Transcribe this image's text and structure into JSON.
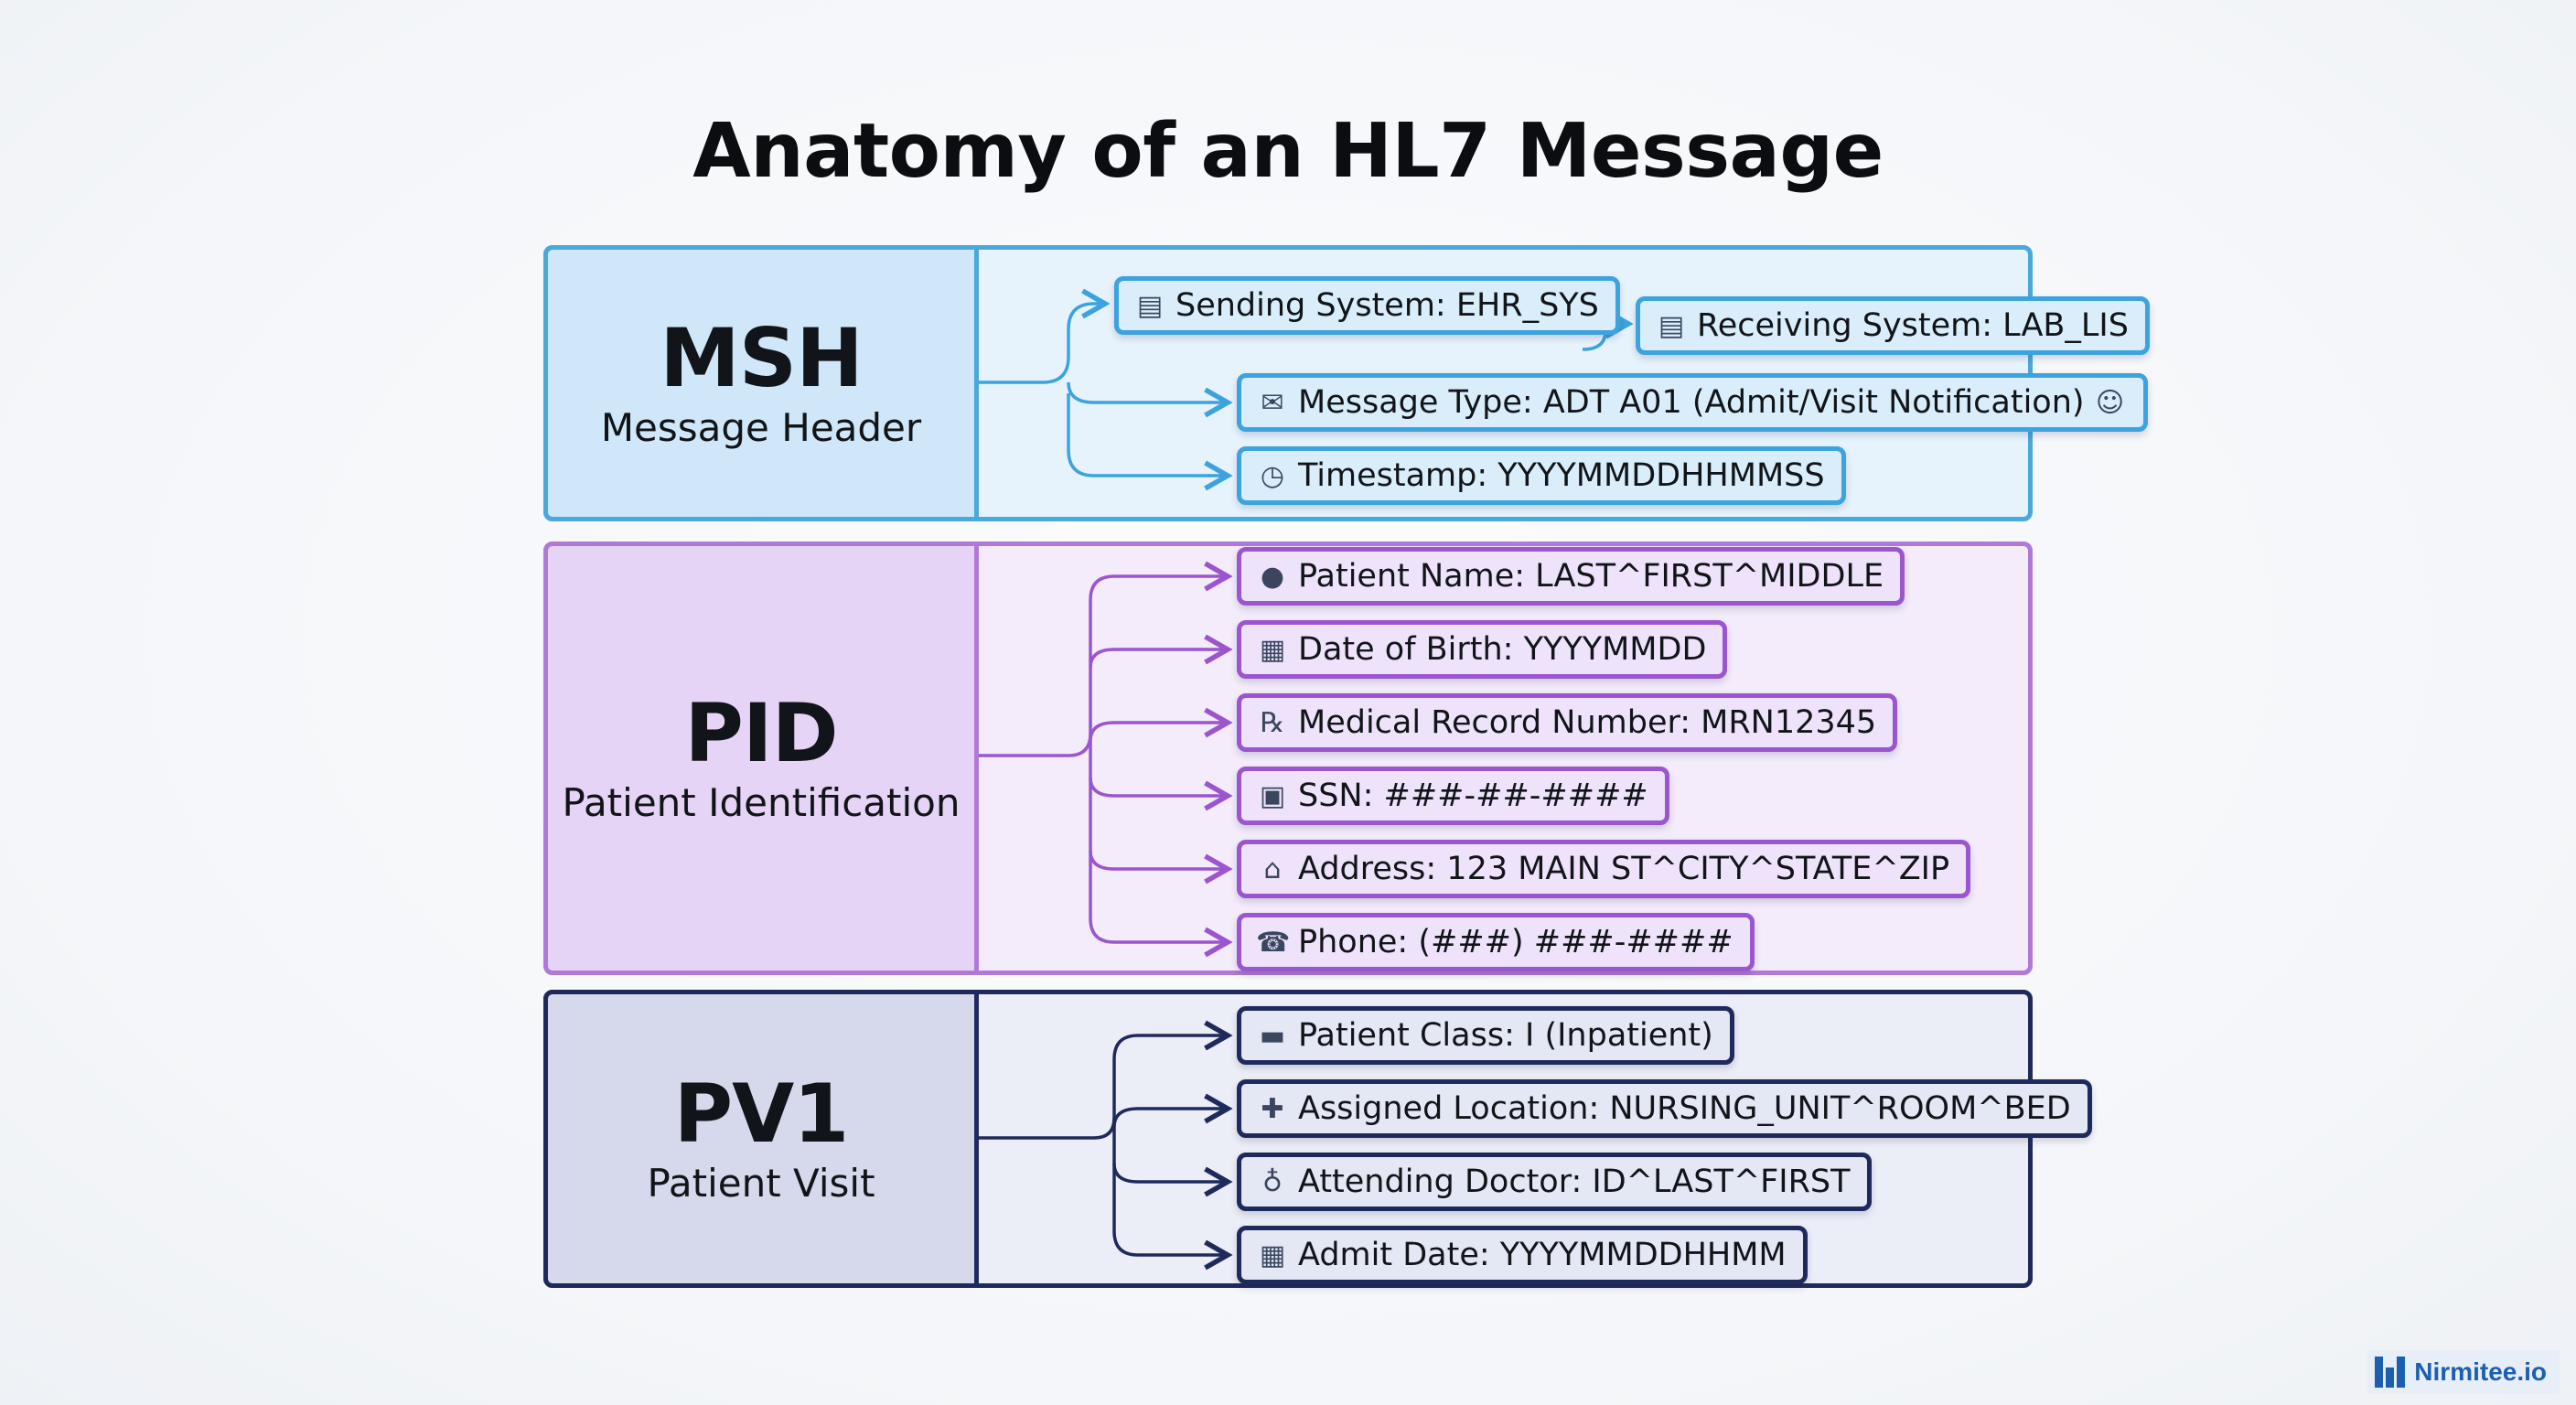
{
  "title": "Anatomy of an HL7 Message",
  "segments": {
    "msh": {
      "code": "MSH",
      "name": "Message Header",
      "color": "#4aa8dd",
      "fields": [
        {
          "icon": "server-icon",
          "glyph": "▤",
          "text": "Sending System: EHR_SYS"
        },
        {
          "icon": "server-icon",
          "glyph": "▤",
          "text": "Receiving System: LAB_LIS"
        },
        {
          "icon": "envelope-icon",
          "glyph": "✉",
          "text": "Message Type: ADT A01 (Admit/Visit Notification)"
        },
        {
          "icon": "clock-icon",
          "glyph": "◷",
          "text": "Timestamp: YYYYMMDDHHMMSS"
        }
      ]
    },
    "pid": {
      "code": "PID",
      "name": "Patient Identification",
      "color": "#9a55cf",
      "fields": [
        {
          "icon": "person-icon",
          "glyph": "●",
          "text": "Patient Name: LAST^FIRST^MIDDLE"
        },
        {
          "icon": "calendar-icon",
          "glyph": "▦",
          "text": "Date of Birth: YYYYMMDD"
        },
        {
          "icon": "prescription-icon",
          "glyph": "℞",
          "text": "Medical Record Number: MRN12345"
        },
        {
          "icon": "lock-icon",
          "glyph": "▣",
          "text": "SSN: ###-##-####"
        },
        {
          "icon": "house-icon",
          "glyph": "⌂",
          "text": "Address: 123 MAIN ST^CITY^STATE^ZIP"
        },
        {
          "icon": "phone-icon",
          "glyph": "☎",
          "text": "Phone: (###) ###-####"
        }
      ]
    },
    "pv1": {
      "code": "PV1",
      "name": "Patient Visit",
      "color": "#1f2a5c",
      "fields": [
        {
          "icon": "bed-icon",
          "glyph": "▬",
          "text": "Patient Class: I (Inpatient)"
        },
        {
          "icon": "hospital-icon",
          "glyph": "✚",
          "text": "Assigned Location: NURSING_UNIT^ROOM^BED"
        },
        {
          "icon": "stethoscope-icon",
          "glyph": "♁",
          "text": "Attending Doctor: ID^LAST^FIRST"
        },
        {
          "icon": "calendar-clock-icon",
          "glyph": "▦",
          "text": "Admit Date: YYYYMMDDHHMM"
        }
      ]
    }
  },
  "brand": {
    "text": "Nirmitee.io",
    "color": "#1b5fae"
  }
}
